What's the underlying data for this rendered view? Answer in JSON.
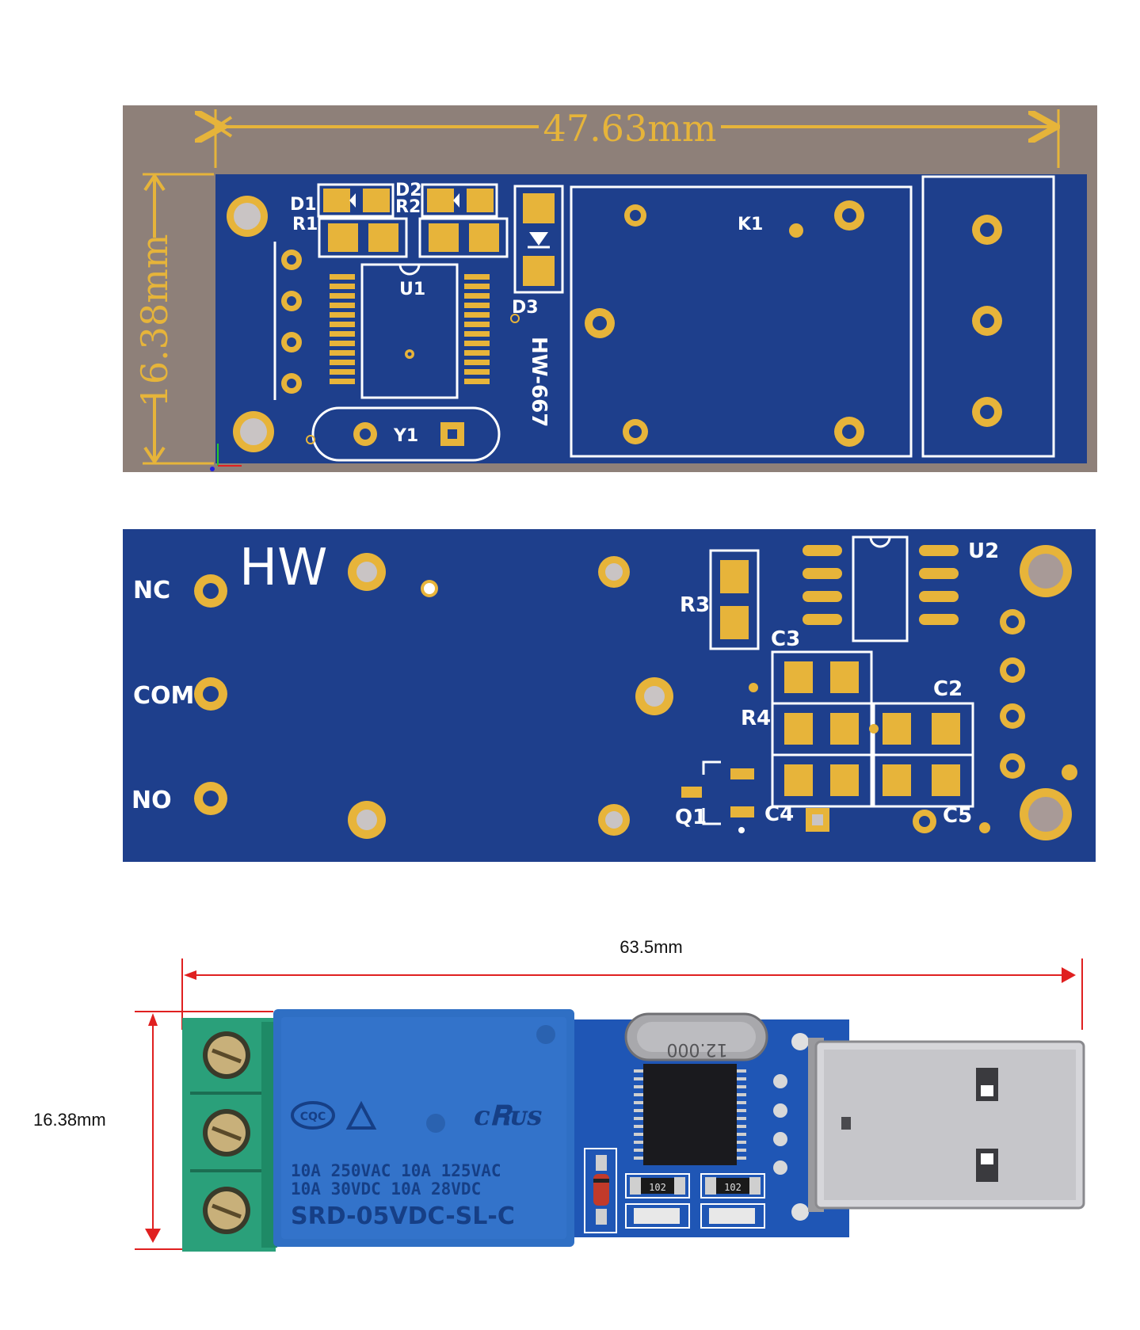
{
  "top_board": {
    "width_dim": "47.63mm",
    "height_dim": "16.38mm",
    "labels": {
      "d1": "D1",
      "d2": "D2",
      "r1": "R1",
      "r2": "R2",
      "u1": "U1",
      "d3": "D3",
      "k1": "K1",
      "y1": "Y1",
      "model": "HW-667"
    }
  },
  "bottom_board": {
    "labels": {
      "hw": "HW",
      "nc": "NC",
      "com": "COM",
      "no": "NO",
      "u2": "U2",
      "r3": "R3",
      "c3": "C3",
      "r4": "R4",
      "c2": "C2",
      "q1": "Q1",
      "c4": "C4",
      "c5": "C5"
    }
  },
  "photo": {
    "width_dim": "63.5mm",
    "height_dim": "16.38mm",
    "relay_text": {
      "line1": "10A 250VAC 10A 125VAC",
      "line2": "10A  30VDC 10A  28VDC",
      "model": "SRD-05VDC-SL-C",
      "cert": "CQC"
    },
    "crystal": "12.000",
    "resistor_code": "102"
  },
  "colors": {
    "board_blue": "#1e3f8c",
    "pad_gold": "#e7b43a",
    "dim_gold": "#e6b43a",
    "dim_red": "#e02020",
    "terminal_green": "#2aa07a",
    "relay_blue": "#2f6fc4"
  }
}
